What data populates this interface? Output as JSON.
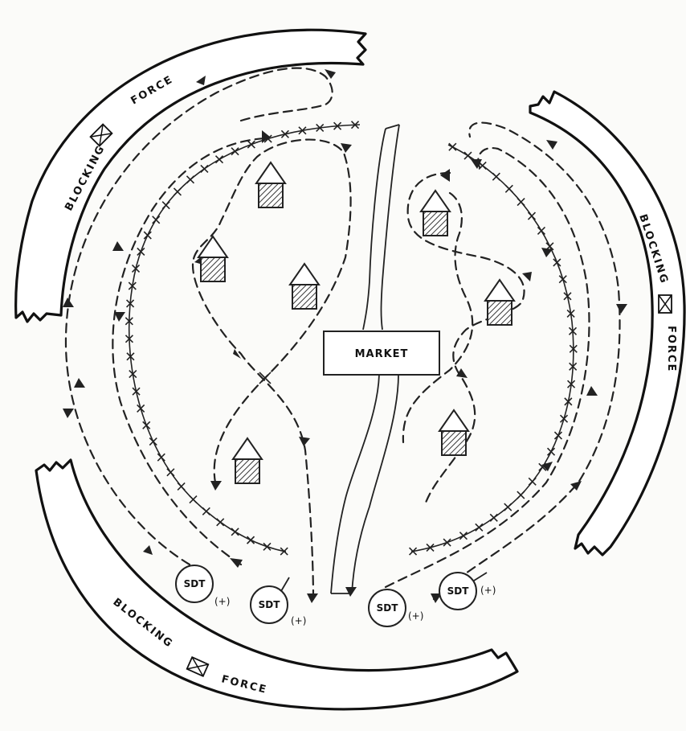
{
  "blocking_forces": [
    {
      "word1": "BLOCKING",
      "word2": "FORCE"
    },
    {
      "word1": "BLOCKING",
      "word2": "FORCE"
    },
    {
      "word1": "BLOCKING",
      "word2": "FORCE"
    }
  ],
  "market": {
    "label": "MARKET"
  },
  "teams": [
    {
      "label": "SDT",
      "modifier": "(+)"
    },
    {
      "label": "SDT",
      "modifier": "(+)"
    },
    {
      "label": "SDT",
      "modifier": "(+)"
    },
    {
      "label": "SDT",
      "modifier": "(+)"
    }
  ],
  "symbols": {
    "house": "house-icon",
    "blocking_unit": "box-x-icon",
    "barbed_wire": "wire-x"
  }
}
